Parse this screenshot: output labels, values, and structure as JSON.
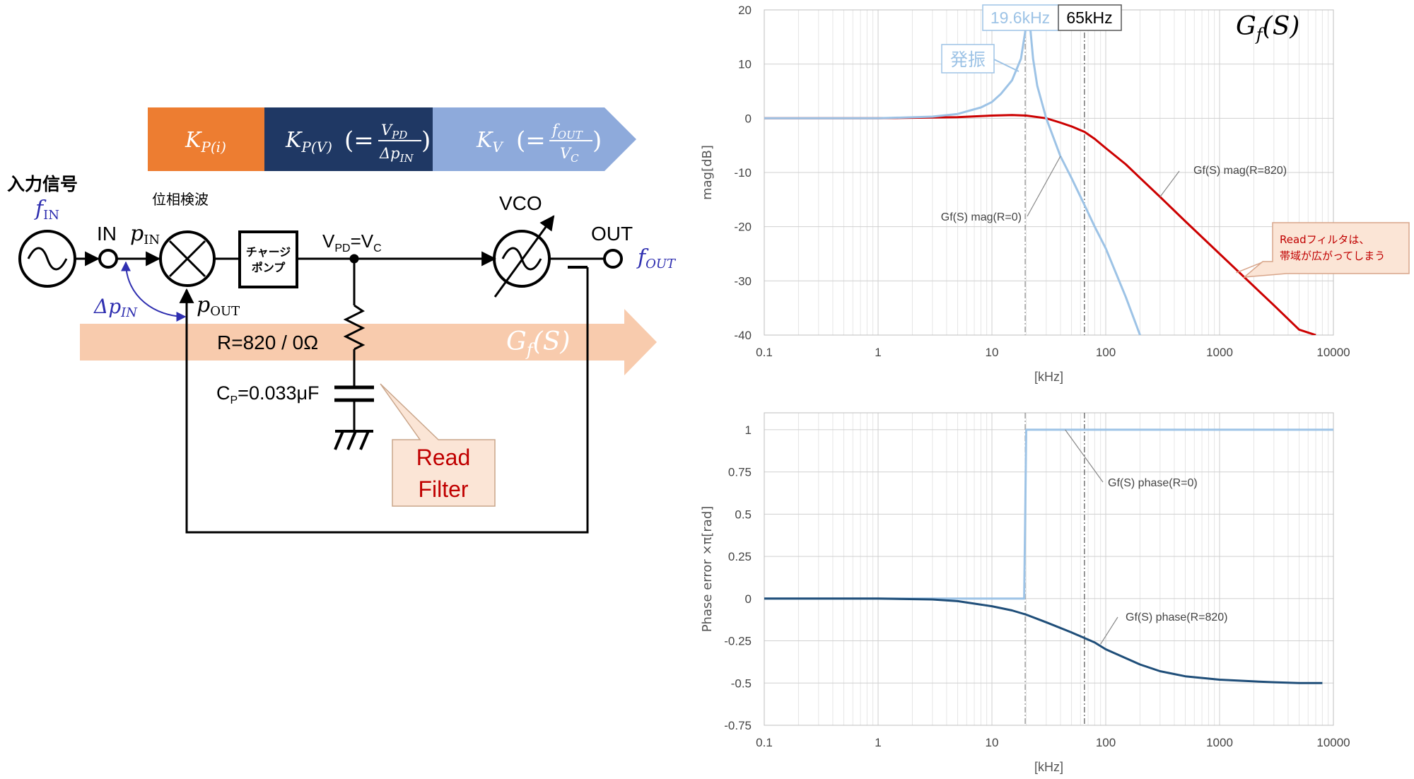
{
  "banner": {
    "seg1": {
      "base": "K",
      "sub": "P(i)",
      "color": "#ed7d31"
    },
    "seg2": {
      "base": "K",
      "sub": "P(V)",
      "eq_open": "(=",
      "num": "V",
      "num_sub": "PD",
      "den": "Δp",
      "den_sub": "IN",
      "eq_close": ")",
      "color": "#1f3864"
    },
    "seg3": {
      "base": "K",
      "sub": "V",
      "eq_open": "(=",
      "num": "f",
      "num_sub": "OUT",
      "den": "V",
      "den_sub": "C",
      "eq_close": ")",
      "color": "#8eaadb"
    }
  },
  "circuit": {
    "input_title": "入力信号",
    "fin": {
      "base": "f",
      "sub": "IN"
    },
    "in_label": "IN",
    "pin": {
      "base": "p",
      "sub": "IN"
    },
    "pout": {
      "base": "p",
      "sub": "OUT"
    },
    "delta_pin": {
      "base": "Δp",
      "sub": "IN"
    },
    "phase_detector": "位相検波",
    "charge_pump_line1": "チャージ",
    "charge_pump_line2": "ポンプ",
    "vpd_vc": {
      "a": "V",
      "a_sub": "PD",
      "eq": "=V",
      "b_sub": "C"
    },
    "vco": "VCO",
    "out_label": "OUT",
    "fout": {
      "base": "f",
      "sub": "OUT"
    },
    "resistor": "R=820 / 0Ω",
    "capacitor": {
      "a": "C",
      "a_sub": "P",
      "b": "=0.033μF"
    },
    "gf_arrow": {
      "base": "G",
      "sub": "f",
      "rest": "(S)"
    },
    "read_filter_line1": "Read",
    "read_filter_line2": "Filter",
    "colors": {
      "arrow": "#f8cbad",
      "read": "#c00000",
      "callout_fill": "#fbe5d6",
      "blue_text": "#2f2fb0"
    }
  },
  "annotations": {
    "freq1": "19.6kHz",
    "freq2": "65kHz",
    "hasshin": "発振",
    "gf_title": {
      "base": "G",
      "sub": "f",
      "rest": "(S)"
    },
    "note_line1": "Readフィルタは、",
    "note_line2": "帯域が広がってしまう",
    "colors": {
      "light": "#9dc3e6",
      "note_text": "#c00000",
      "note_fill": "#fbe5d6"
    }
  },
  "chart_data": [
    {
      "type": "line",
      "xscale": "log",
      "xlim": [
        0.1,
        10000
      ],
      "ylim": [
        -40,
        20
      ],
      "xticks": [
        "0.1",
        "1",
        "10",
        "100",
        "1000",
        "10000"
      ],
      "yticks": [
        "20",
        "10",
        "0",
        "-10",
        "-20",
        "-30",
        "-40"
      ],
      "xlabel": "[kHz]",
      "ylabel": "mag[dB]",
      "vlines": [
        19.6,
        65
      ],
      "series": [
        {
          "name": "Gf(S) mag(R=820)",
          "color": "#cc0000",
          "x": [
            0.1,
            1,
            5,
            10,
            15,
            20,
            30,
            40,
            50,
            65,
            80,
            100,
            150,
            200,
            300,
            500,
            1000,
            2000,
            3000,
            5000,
            7000
          ],
          "y": [
            0,
            0,
            0.2,
            0.5,
            0.6,
            0.5,
            0,
            -0.8,
            -1.5,
            -2.5,
            -3.8,
            -5.5,
            -8.5,
            -11,
            -14.5,
            -19,
            -25,
            -31,
            -34.5,
            -39,
            -40
          ]
        },
        {
          "name": "Gf(S) mag(R=0)",
          "color": "#9dc3e6",
          "x": [
            0.1,
            1,
            3,
            5,
            8,
            10,
            12,
            15,
            18,
            19.6,
            21,
            23,
            25,
            30,
            40,
            50,
            65,
            80,
            100,
            150,
            200
          ],
          "y": [
            0,
            0,
            0.3,
            0.8,
            2,
            3,
            4.5,
            7,
            11,
            16,
            20,
            11,
            6,
            0,
            -7,
            -11,
            -16,
            -20,
            -24,
            -33,
            -40
          ]
        }
      ]
    },
    {
      "type": "line",
      "xscale": "log",
      "xlim": [
        0.1,
        10000
      ],
      "ylim": [
        -0.75,
        1.1
      ],
      "xticks": [
        "0.1",
        "1",
        "10",
        "100",
        "1000",
        "10000"
      ],
      "yticks": [
        "1",
        "0.75",
        "0.5",
        "0.25",
        "0",
        "-0.25",
        "-0.5",
        "-0.75"
      ],
      "xlabel": "[kHz]",
      "ylabel": "Phase error ×π[rad]",
      "vlines": [
        19.6,
        65
      ],
      "series": [
        {
          "name": "Gf(S) phase(R=0)",
          "color": "#9dc3e6",
          "x": [
            0.1,
            19.2,
            19.6,
            20,
            10000
          ],
          "y": [
            0,
            0,
            0.5,
            1,
            1
          ]
        },
        {
          "name": "Gf(S) phase(R=820)",
          "color": "#1f4e79",
          "x": [
            0.1,
            1,
            3,
            5,
            10,
            15,
            20,
            30,
            50,
            80,
            100,
            200,
            300,
            500,
            1000,
            2000,
            3000,
            5000,
            8000
          ],
          "y": [
            0,
            0,
            -0.005,
            -0.015,
            -0.045,
            -0.07,
            -0.095,
            -0.14,
            -0.2,
            -0.26,
            -0.3,
            -0.39,
            -0.43,
            -0.46,
            -0.48,
            -0.49,
            -0.495,
            -0.5,
            -0.5
          ]
        }
      ]
    }
  ]
}
